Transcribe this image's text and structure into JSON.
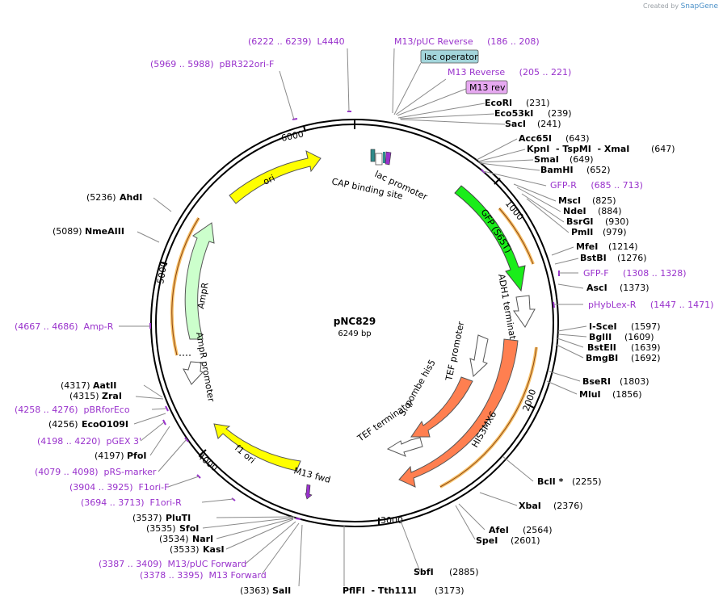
{
  "credit": {
    "prefix": "Created by",
    "brand": "SnapGene"
  },
  "plasmid": {
    "name": "pNC829",
    "size": "6249 bp"
  },
  "ticks": [
    "1000",
    "2000",
    "3000",
    "4000",
    "5000",
    "6000"
  ],
  "features": {
    "ori": "ori",
    "gfp": "GFP (S65T)",
    "adh1": "ADH1 terminator",
    "his3": "HIS3MX6",
    "ampr": "AmpR",
    "ampr_promoter": "AmpR promoter",
    "f1ori": "f1 ori",
    "lac_promoter": "lac promoter",
    "cap": "CAP binding site",
    "tef_promoter": "TEF promoter",
    "spombe": "S. pombe his5",
    "tef_terminator": "TEF terminator",
    "m13fwd": "M13 fwd"
  },
  "boxes": {
    "lac_operator": "lac operator",
    "m13_rev": "M13 rev"
  },
  "labels": {
    "l4440": "(6222 .. 6239)  L4440",
    "m13puc_rev": "M13/pUC Reverse     (186 .. 208)",
    "pbr322": "(5969 .. 5988)  pBR322ori-F",
    "m13_reverse": "M13 Reverse     (205 .. 221)",
    "ecori_n": "EcoRI",
    "ecori_p": "(231)",
    "eco53ki_n": "Eco53kI",
    "eco53ki_p": "(239)",
    "saci_n": "SacI",
    "saci_p": "(241)",
    "acc65i_n": "Acc65I",
    "acc65i_p": "(643)",
    "kpni_n": "KpnI  - TspMI  - XmaI",
    "kpni_p": "(647)",
    "smai_n": "SmaI",
    "smai_p": "(649)",
    "bamhi_n": "BamHI",
    "bamhi_p": "(652)",
    "gfpr": "GFP-R     (685 .. 713)",
    "msci_n": "MscI",
    "msci_p": "(825)",
    "ndei_n": "NdeI",
    "ndei_p": "(884)",
    "bsrgi_n": "BsrGI",
    "bsrgi_p": "(930)",
    "pmli_n": "PmlI",
    "pmli_p": "(979)",
    "ahdi_p": "(5236)",
    "ahdi_n": "AhdI",
    "nmeaiii_p": "(5089)",
    "nmeaiii_n": "NmeAIII",
    "mfei_n": "MfeI",
    "mfei_p": "(1214)",
    "bstbi_n": "BstBI",
    "bstbi_p": "(1276)",
    "gfpf": "GFP-F     (1308 .. 1328)",
    "asci_n": "AscI",
    "asci_p": "(1373)",
    "phyblex": "pHybLex-R     (1447 .. 1471)",
    "ampr_primer": "(4667 .. 4686)  Amp-R",
    "iscei_n": "I-SceI",
    "iscei_p": "(1597)",
    "bglii_n": "BglII",
    "bglii_p": "(1609)",
    "bsteii_n": "BstEII",
    "bsteii_p": "(1639)",
    "bmgbi_n": "BmgBI",
    "bmgbi_p": "(1692)",
    "bseri_n": "BseRI",
    "bseri_p": "(1803)",
    "mlui_n": "MluI",
    "mlui_p": "(1856)",
    "aatii_p": "(4317)",
    "aatii_n": "AatII",
    "zrai_p": "(4315)",
    "zrai_n": "ZraI",
    "pbrforeco": "(4258 .. 4276)  pBRforEco",
    "eco0109i_p": "(4256)",
    "eco0109i_n": "EcoO109I",
    "pgex": "(4198 .. 4220)  pGEX 3'",
    "pfoi_p": "(4197)",
    "pfoi_n": "PfoI",
    "prsmarker": "(4079 .. 4098)  pRS-marker",
    "f1orif": "(3904 .. 3925)  F1ori-F",
    "f1orir": "(3694 .. 3713)  F1ori-R",
    "bcli_n": "BclI *",
    "bcli_p": "(2255)",
    "xbai_n": "XbaI",
    "xbai_p": "(2376)",
    "afei_n": "AfeI",
    "afei_p": "(2564)",
    "spei_n": "SpeI",
    "spei_p": "(2601)",
    "sbfi_n": "SbfI",
    "sbfi_p": "(2885)",
    "plut_p": "(3537)",
    "plut_n": "PluTI",
    "sfoi_p": "(3535)",
    "sfoi_n": "SfoI",
    "nari_p": "(3534)",
    "nari_n": "NarI",
    "kasi_p": "(3533)",
    "kasi_n": "KasI",
    "m13puc_fwd": "(3387 .. 3409)  M13/pUC Forward",
    "m13_forward": "(3378 .. 3395)  M13 Forward",
    "sali_p": "(3363)",
    "sali_n": "SalI",
    "pflfi_n": "PflFI  - Tth111I",
    "pflfi_p": "(3173)"
  },
  "colors": {
    "ori": "#ffff00",
    "gfp": "#1aed1a",
    "his3": "#ff7f50",
    "ampr": "#ccffcc",
    "f1ori": "#ffff00",
    "primer": "#9932cc",
    "orf": "#f5b041",
    "lac_box": "#a3d5db",
    "m13_box": "#e6a8f0"
  }
}
